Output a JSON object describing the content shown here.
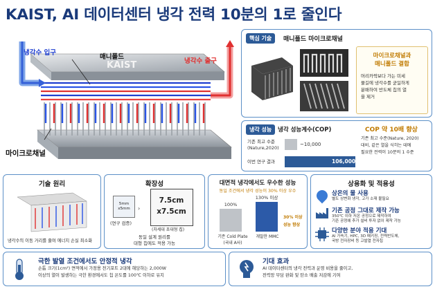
{
  "title": "KAIST, AI 데이터센터 냉각 전력 10분의 1로 줄인다",
  "hero": {
    "brand": "KAIST",
    "coolant_in": "냉각수 입구",
    "manifold": "매니폴드",
    "coolant_out": "냉각수 출구",
    "microchannel": "마이크로채널"
  },
  "core": {
    "tag": "핵심 기술",
    "title": "매니폴드 마이크로채널",
    "box_title_1": "마이크로채널과",
    "box_title_2": "매니폴드 결합",
    "desc": [
      "머리카락보다 가는 미세",
      "물길에 냉각수를 균일하게",
      "분배하여 반도체 칩의 열",
      "을 제거"
    ]
  },
  "perf": {
    "tag": "냉각 성능",
    "title": "냉각 성능계수(COP)",
    "row1_label_1": "기존 최고 수준",
    "row1_label_2": "(Nature,2020)",
    "row1_value": "~10,000",
    "row2_label": "이번 연구 결과",
    "row2_value": "106,000",
    "headline": "COP 약 10배 향상",
    "desc": [
      "기존 최고 수준(Nature, 2020)",
      "대비, 같은 열을 식히는 데에",
      "필요한 전력이 10분의 1 수준"
    ]
  },
  "chart_data": {
    "type": "bar",
    "categories": [
      "기존 최고 수준 (Nature,2020)",
      "이번 연구 결과"
    ],
    "values": [
      10000,
      106000
    ],
    "title": "냉각 성능계수(COP)"
  },
  "principle": {
    "title": "기술 원리",
    "caption": "냉각수의 이동 거리를 줄여 에너지 손실 최소화"
  },
  "scale": {
    "title": "확장성",
    "small_chip": "5mm\nx5mm",
    "big_chip_1": "7.5cm",
    "big_chip_2": "x7.5cm",
    "small_label": "(연구 검증)",
    "big_label": "(차세대 초대형 칩)",
    "desc_1": "동일 설계 원리를",
    "desc_2": "대형 칩에도 적용 가능"
  },
  "large": {
    "title": "대면적 냉각에서도 우수한 성능",
    "sub": "동일 조건에서 냉각 성능이 30% 이상 우수",
    "bar1_pct": "100%",
    "bar2_pct": "130% 이상",
    "note_1": "30% 이상",
    "note_2": "성능 향상",
    "bar1_label_1": "기존 Cold Plate",
    "bar1_label_2": "(국내 A사)",
    "bar2_label": "개발한 MMC",
    "bars": [
      100,
      130
    ]
  },
  "apps": {
    "title": "상용화 및 적용성",
    "items": [
      {
        "head": "상온의 물 사용",
        "desc_1": "별도 상변화 냉각, 고가 소재 불필요",
        "desc_2": ""
      },
      {
        "head": "기존 공정 그대로 제작 가능",
        "desc_1": "350℃ 이하 저온 공정으로 제작하여",
        "desc_2": "기존 공정에 추가 설비 투자 없이 제작 가능"
      },
      {
        "head": "다양한 분야 적용 기대",
        "desc_1": "AI 가속기, HPC, 3D 패키징, 전력반도체,",
        "desc_2": "국방 전자장비 등 고발열 전자칩"
      }
    ]
  },
  "extreme": {
    "title": "극한 발열 조건에서도 안정적 냉각",
    "desc_1": "손톱 크기(1cm²) 면적에서 가정용 전기포트 2대에 해당하는 2,000W",
    "desc_2": "이상의 열이 발생하는 극한 환경에서도 칩 온도를 100℃ 이하로 유지"
  },
  "effect": {
    "title": "기대 효과",
    "desc_1": "AI 데이터센터의 냉각 전력과 운영 비용을 줄이고,",
    "desc_2": "전력망 부담 완화 및 탄소 배출 저감에 기여"
  }
}
